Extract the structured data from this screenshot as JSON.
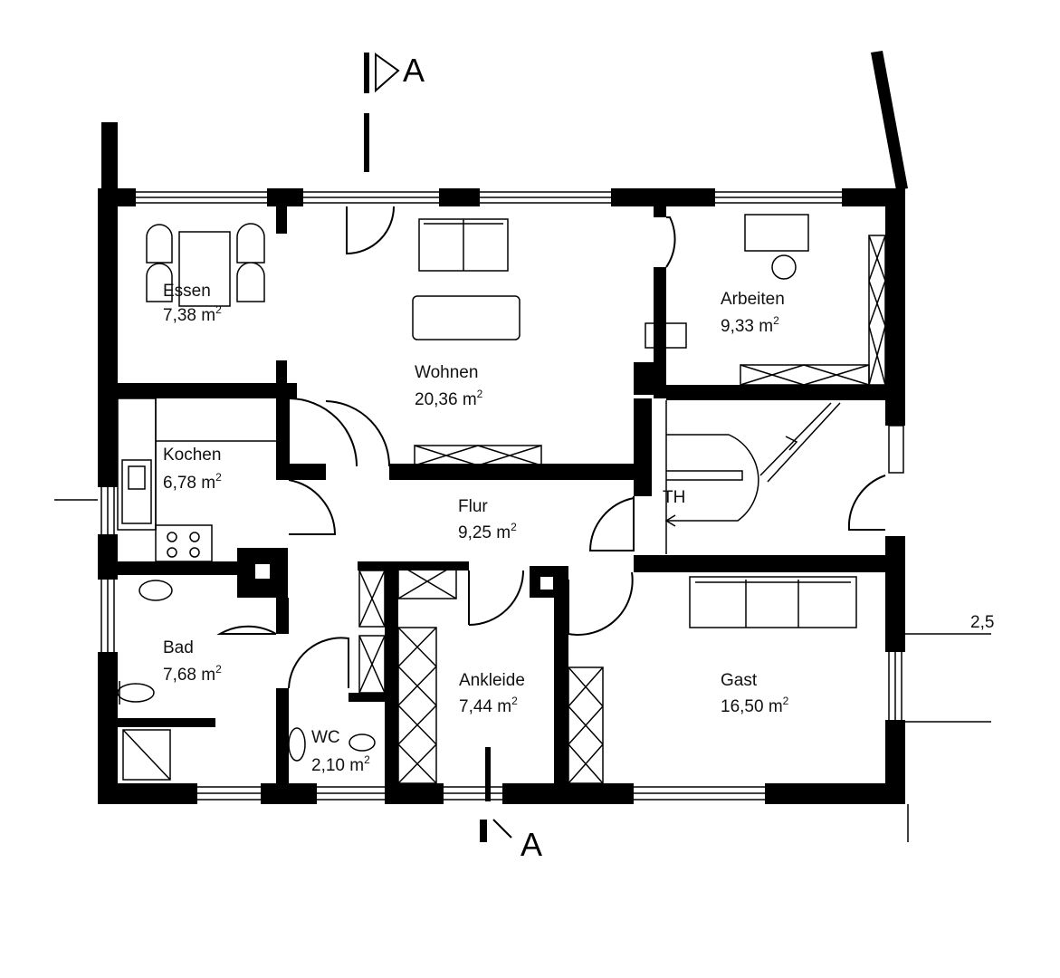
{
  "plan": {
    "section_marker_top": "A",
    "section_marker_bottom": "A",
    "dimension_label": "2,5",
    "stair_label": "TH",
    "area_unit": "m",
    "area_exponent": "2",
    "rooms": [
      {
        "name": "Essen",
        "area": "7,38"
      },
      {
        "name": "Wohnen",
        "area": "20,36"
      },
      {
        "name": "Arbeiten",
        "area": "9,33"
      },
      {
        "name": "Kochen",
        "area": "6,78"
      },
      {
        "name": "Flur",
        "area": "9,25"
      },
      {
        "name": "Bad",
        "area": "7,68"
      },
      {
        "name": "WC",
        "area": "2,10"
      },
      {
        "name": "Ankleide",
        "area": "7,44"
      },
      {
        "name": "Gast",
        "area": "16,50"
      }
    ]
  }
}
